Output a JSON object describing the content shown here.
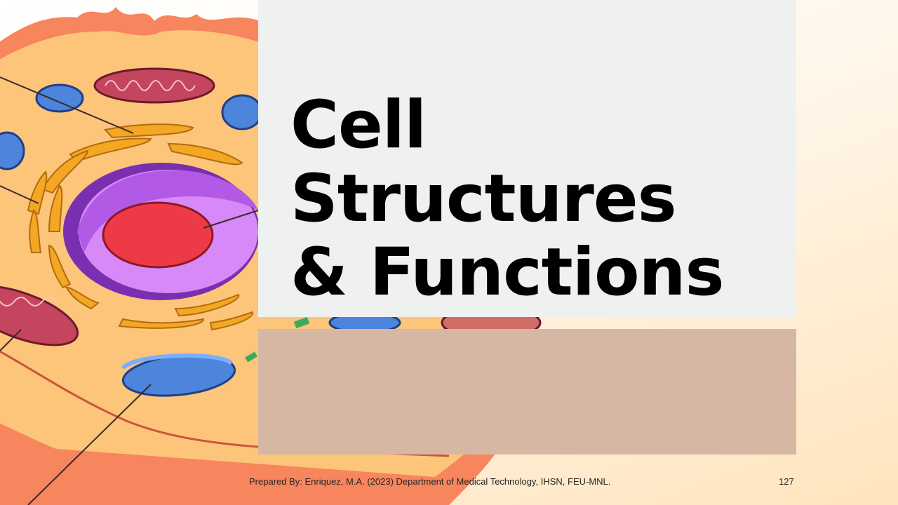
{
  "slide": {
    "title_lines": [
      "Cell",
      "Structures",
      "& Functions"
    ],
    "footer_credit": "Prepared By: Enriquez, M.A. (2023) Department of Medical Technology, IHSN, FEU-MNL.",
    "page_number": "127"
  },
  "colors": {
    "title_panel": "#eff0f0",
    "accent_panel": "#d6b7a4",
    "cytoplasm": "#fcc57a",
    "membrane": "#f7855d",
    "nucleus": "#c36ef2",
    "nucleolus": "#ee3a47",
    "mitochondria": "#c4455e",
    "vesicle": "#4d84dc"
  }
}
